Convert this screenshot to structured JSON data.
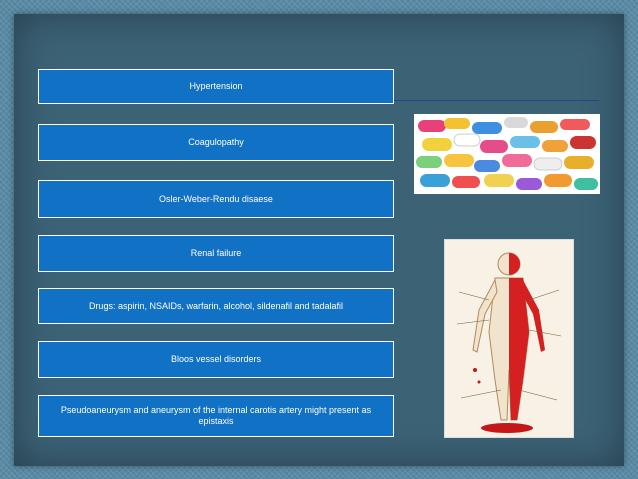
{
  "slide": {
    "causes": [
      "Hypertension",
      "Coagulopathy",
      "Osler-Weber-Rendu disaese",
      "Renal failure",
      "Drugs: aspirin, NSAIDs, warfarin, alcohol, sildenafil and tadalafil",
      "Bloos vessel disorders",
      "Pseudoaneurysm and aneurysm of the internal carotis artery might present as epistaxis"
    ]
  },
  "images": {
    "pills": "photo of assorted pills and capsules",
    "anatomy": "anatomical figure showing the circulatory system with bleeding"
  },
  "colors": {
    "box_fill": "#1171c5",
    "panel": "#3c6276",
    "background": "#5a8aa6"
  }
}
